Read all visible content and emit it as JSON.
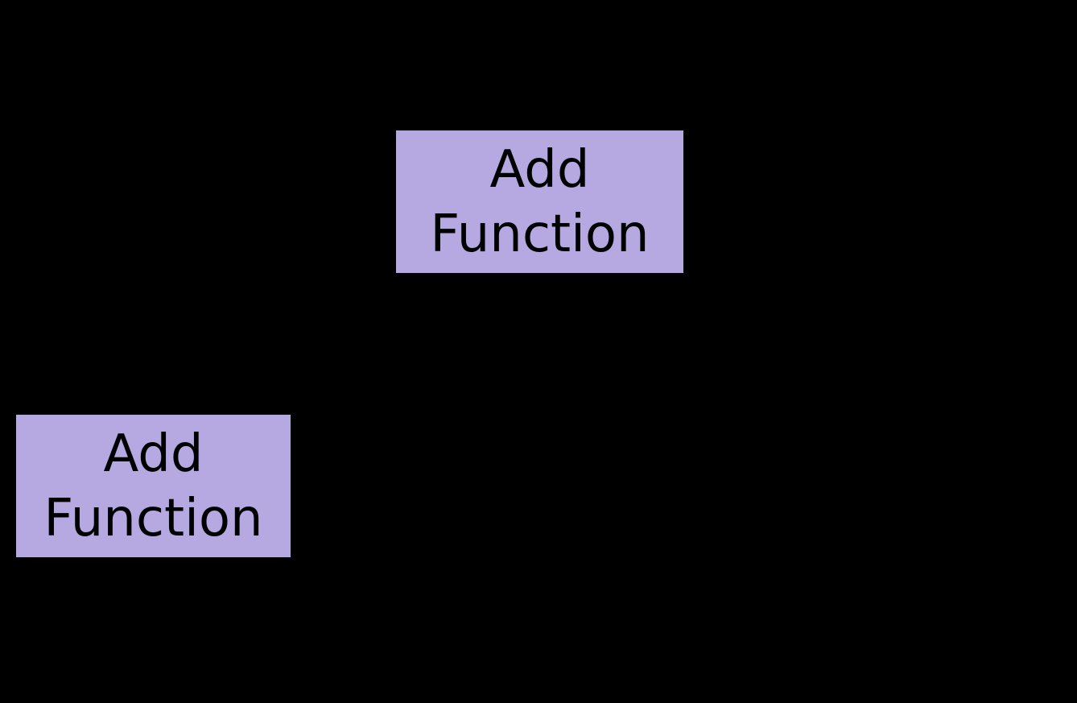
{
  "canvas": {
    "background_color": "#000000"
  },
  "nodes": [
    {
      "id": "add-function-1",
      "label": "Add\nFunction",
      "fill_color": "#b6a9e1",
      "text_color": "#000000"
    },
    {
      "id": "add-function-2",
      "label": "Add\nFunction",
      "fill_color": "#b6a9e1",
      "text_color": "#000000"
    }
  ]
}
